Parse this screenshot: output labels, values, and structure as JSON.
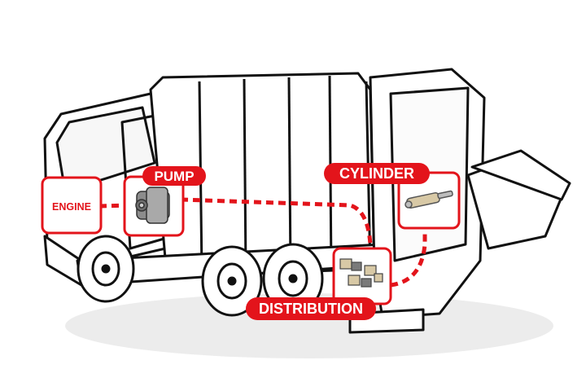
{
  "diagram": {
    "labels": {
      "engine": "ENGINE",
      "pump": "PUMP",
      "cylinder": "CYLINDER",
      "distribution": "DISTRIBUTION"
    },
    "colors": {
      "accent": "#e3141b",
      "line": "#111111",
      "background": "#ffffff",
      "part_metal": "#9a9a9a",
      "cylinder_body": "#d8c9a6"
    },
    "icons": [
      "gear-pump-icon",
      "hydraulic-cylinder-icon",
      "distribution-valve-icon"
    ]
  }
}
